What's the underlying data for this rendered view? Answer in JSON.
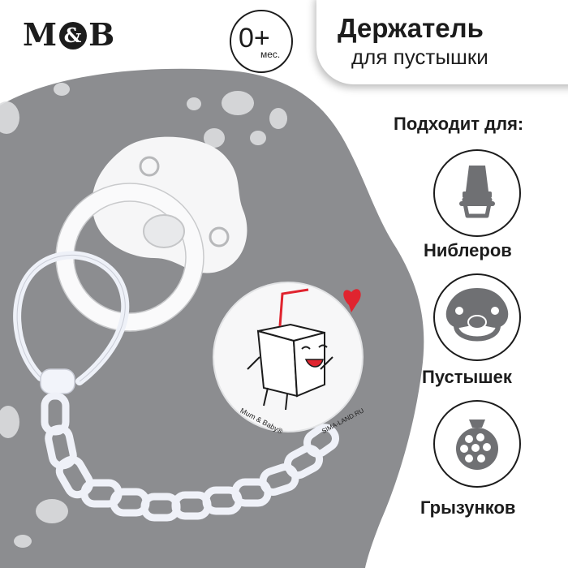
{
  "brand": {
    "logo_left": "M",
    "logo_amp": "&",
    "logo_right": "B"
  },
  "age_badge": {
    "value": "0+",
    "unit": "мес."
  },
  "title": {
    "line1": "Держатель",
    "line2": "для пустышки"
  },
  "fits": {
    "label": "Подходит для:",
    "items": [
      {
        "label": "Ниблеров",
        "icon": "nibbler-icon"
      },
      {
        "label": "Пустышек",
        "icon": "pacifier-icon"
      },
      {
        "label": "Грызунков",
        "icon": "teether-icon"
      }
    ]
  },
  "medallion": {
    "brand_text": "Mum & Baby®",
    "site_text": "SIMA-LAND.RU"
  },
  "colors": {
    "blob": "#8c8d90",
    "text": "#1c1c1c",
    "icon_fill": "#6f7073",
    "heart": "#e0242f",
    "plastic": "#f4f4f6"
  }
}
